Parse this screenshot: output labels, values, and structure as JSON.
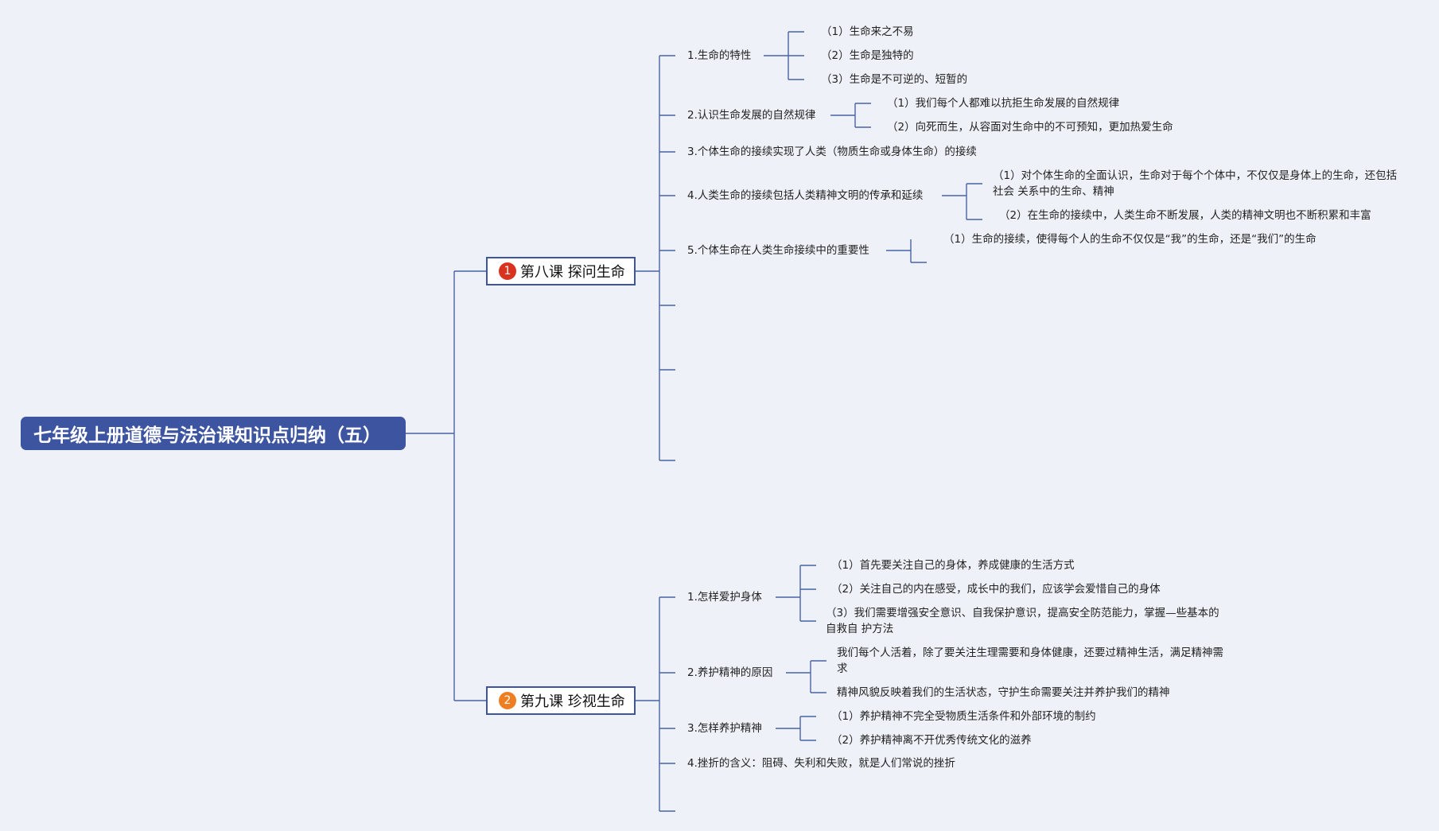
{
  "title": "七年级上册道德与法治课知识点归纳（五）",
  "colors": {
    "background": "#eef1f8",
    "root": "#3d55a0",
    "line": "#4a63a6",
    "badge1": "#d9321f",
    "badge2": "#ef7d22"
  },
  "lesson8": {
    "badge": "1",
    "label": "第八课 探问生命",
    "topics": [
      {
        "label": "1.生命的特性",
        "items": [
          "（1）生命来之不易",
          "（2）生命是独特的",
          "（3）生命是不可逆的、短暂的"
        ]
      },
      {
        "label": "2.认识生命发展的自然规律",
        "items": [
          "（1）我们每个人都难以抗拒生命发展的自然规律",
          "（2）向死而生，从容面对生命中的不可预知，更加热爱生命"
        ]
      },
      {
        "label": "3.个体生命的接续实现了人类（物质生命或身体生命）的接续",
        "items": []
      },
      {
        "label": "4.人类生命的接续包括人类精神文明的传承和延续",
        "items": [
          "（1）对个体生命的全面认识，生命对于每个个体中，不仅仅是身体上的生命，还包括社会 关系中的生命、精神",
          "（2）在生命的接续中，人类生命不断发展，人类的精神文明也不断积累和丰富"
        ]
      },
      {
        "label": "5.个体生命在人类生命接续中的重要性",
        "items": [
          "（1）生命的接续，使得每个人的生命不仅仅是“我”的生命，还是“我们”的生命"
        ]
      }
    ]
  },
  "lesson9": {
    "badge": "2",
    "label": "第九课 珍视生命",
    "topics": [
      {
        "label": "1.怎样爱护身体",
        "items": [
          "（1）首先要关注自己的身体，养成健康的生活方式",
          "（2）关注自己的内在感受，成长中的我们，应该学会爱惜自己的身体",
          "（3）我们需要增强安全意识、自我保护意识，提高安全防范能力，掌握—些基本的自救自 护方法"
        ]
      },
      {
        "label": "2.养护精神的原因",
        "items": [
          "我们每个人活着，除了要关注生理需要和身体健康，还要过精神生活，满足精神需求",
          "精神风貌反映着我们的生活状态，守护生命需要关注并养护我们的精神"
        ]
      },
      {
        "label": "3.怎样养护精神",
        "items": [
          "（1）养护精神不完全受物质生活条件和外部环境的制约",
          "（2）养护精神离不开优秀传统文化的滋养"
        ]
      },
      {
        "label": "4.挫折的含义：阻碍、失利和失败，就是人们常说的挫折",
        "items": []
      }
    ]
  }
}
